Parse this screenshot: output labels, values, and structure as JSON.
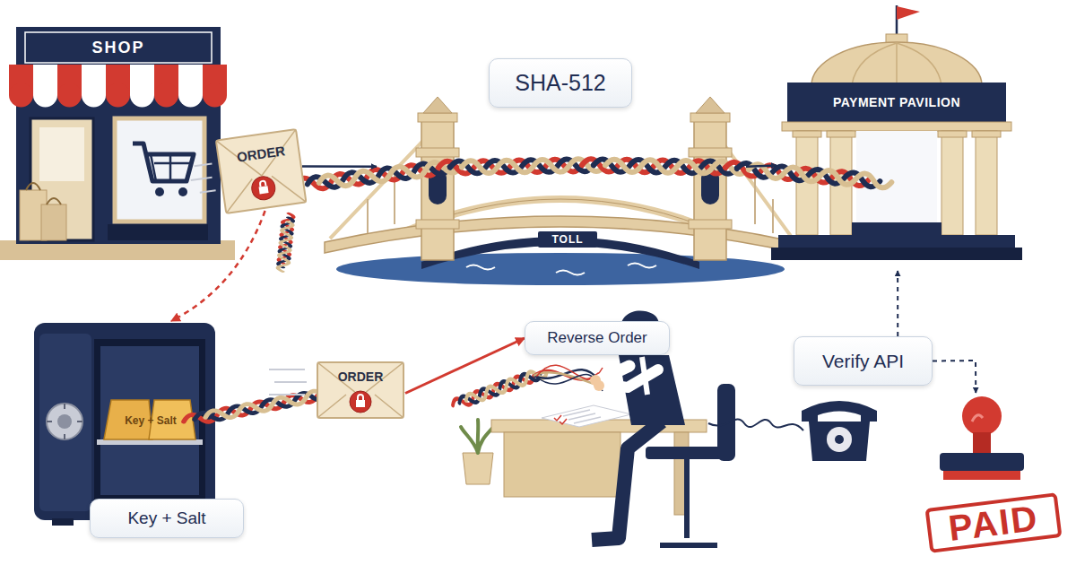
{
  "diagram": {
    "nodes": [
      {
        "text": [
          "SHOP"
        ]
      },
      {
        "text": [
          "ORDER"
        ]
      },
      {
        "text": [
          "SHA-512"
        ]
      },
      {
        "text": [
          "TOLL"
        ]
      },
      {
        "text": [
          "PAYMENT PAVILION"
        ]
      },
      {
        "text": [
          "Key + Salt"
        ]
      },
      {
        "text": [
          "Key + Salt"
        ]
      },
      {
        "text": [
          "ORDER"
        ]
      },
      {
        "text": [
          "Reverse Order"
        ]
      },
      {
        "text": [
          "Verify API"
        ]
      },
      {
        "text": [
          "PAID"
        ]
      }
    ],
    "edges": [
      {
        "from": 1,
        "to": 3,
        "arrow": "to"
      },
      {
        "from": 3,
        "to": 4,
        "arrow": "to"
      },
      {
        "from": 1,
        "to": 5,
        "arrow": "to"
      },
      {
        "from": 7,
        "to": 8,
        "arrow": "to"
      },
      {
        "from": 9,
        "to": 4,
        "arrow": "to"
      },
      {
        "from": 9,
        "to": 10,
        "arrow": "to"
      }
    ]
  }
}
